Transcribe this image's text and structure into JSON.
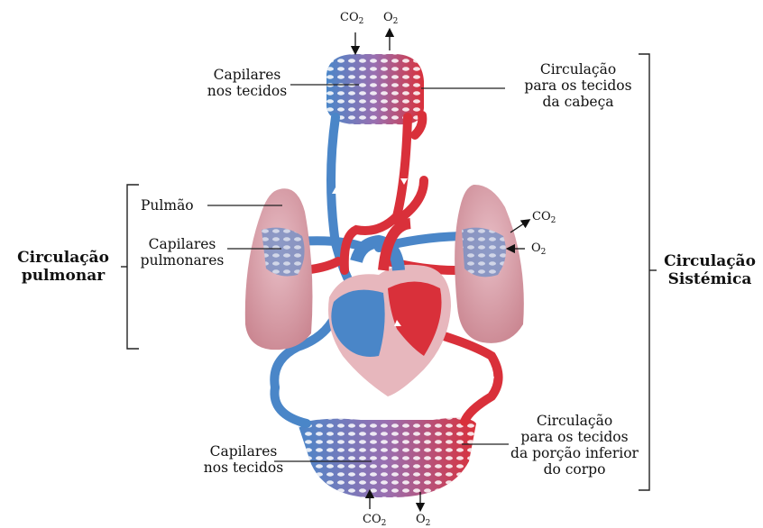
{
  "labels": {
    "top_capillaries": [
      "Capilares",
      "nos tecidos"
    ],
    "head_circulation": [
      "Circulação",
      "para os tecidos",
      "da cabeça"
    ],
    "lung": "Pulmão",
    "pulmonary_capillaries": [
      "Capilares",
      "pulmonares"
    ],
    "pulmonary_circulation": [
      "Circulação",
      "pulmonar"
    ],
    "systemic_circulation": [
      "Circulação",
      "Sistémica"
    ],
    "bottom_capillaries": [
      "Capilares",
      "nos tecidos"
    ],
    "lower_body_circulation": [
      "Circulação",
      "para os tecidos",
      "da porção inferior",
      "do corpo"
    ]
  },
  "gases": {
    "co2_base": "CO",
    "o2_base": "O",
    "subscript": "2"
  },
  "colors": {
    "oxygenated": "#d9303a",
    "deoxygenated": "#4a86c8",
    "lung": "#dba6b0",
    "heart_wall": "#e7b7bd"
  }
}
